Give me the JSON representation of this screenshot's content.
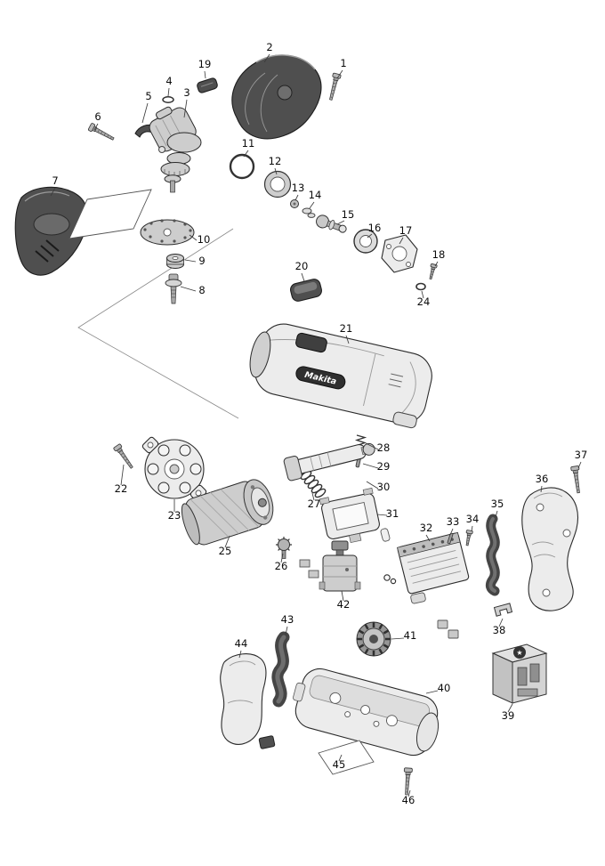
{
  "diagram": {
    "brand_label": "Makita",
    "icons": {
      "battery_star": "★"
    },
    "part_labels": [
      "1",
      "2",
      "3",
      "4",
      "5",
      "6",
      "7",
      "8",
      "9",
      "10",
      "11",
      "12",
      "13",
      "14",
      "15",
      "16",
      "17",
      "18",
      "19",
      "20",
      "21",
      "22",
      "23",
      "24",
      "25",
      "26",
      "27",
      "28",
      "29",
      "30",
      "31",
      "32",
      "33",
      "34",
      "35",
      "36",
      "37",
      "38",
      "39",
      "40",
      "41",
      "42",
      "43",
      "44",
      "45",
      "46"
    ]
  }
}
